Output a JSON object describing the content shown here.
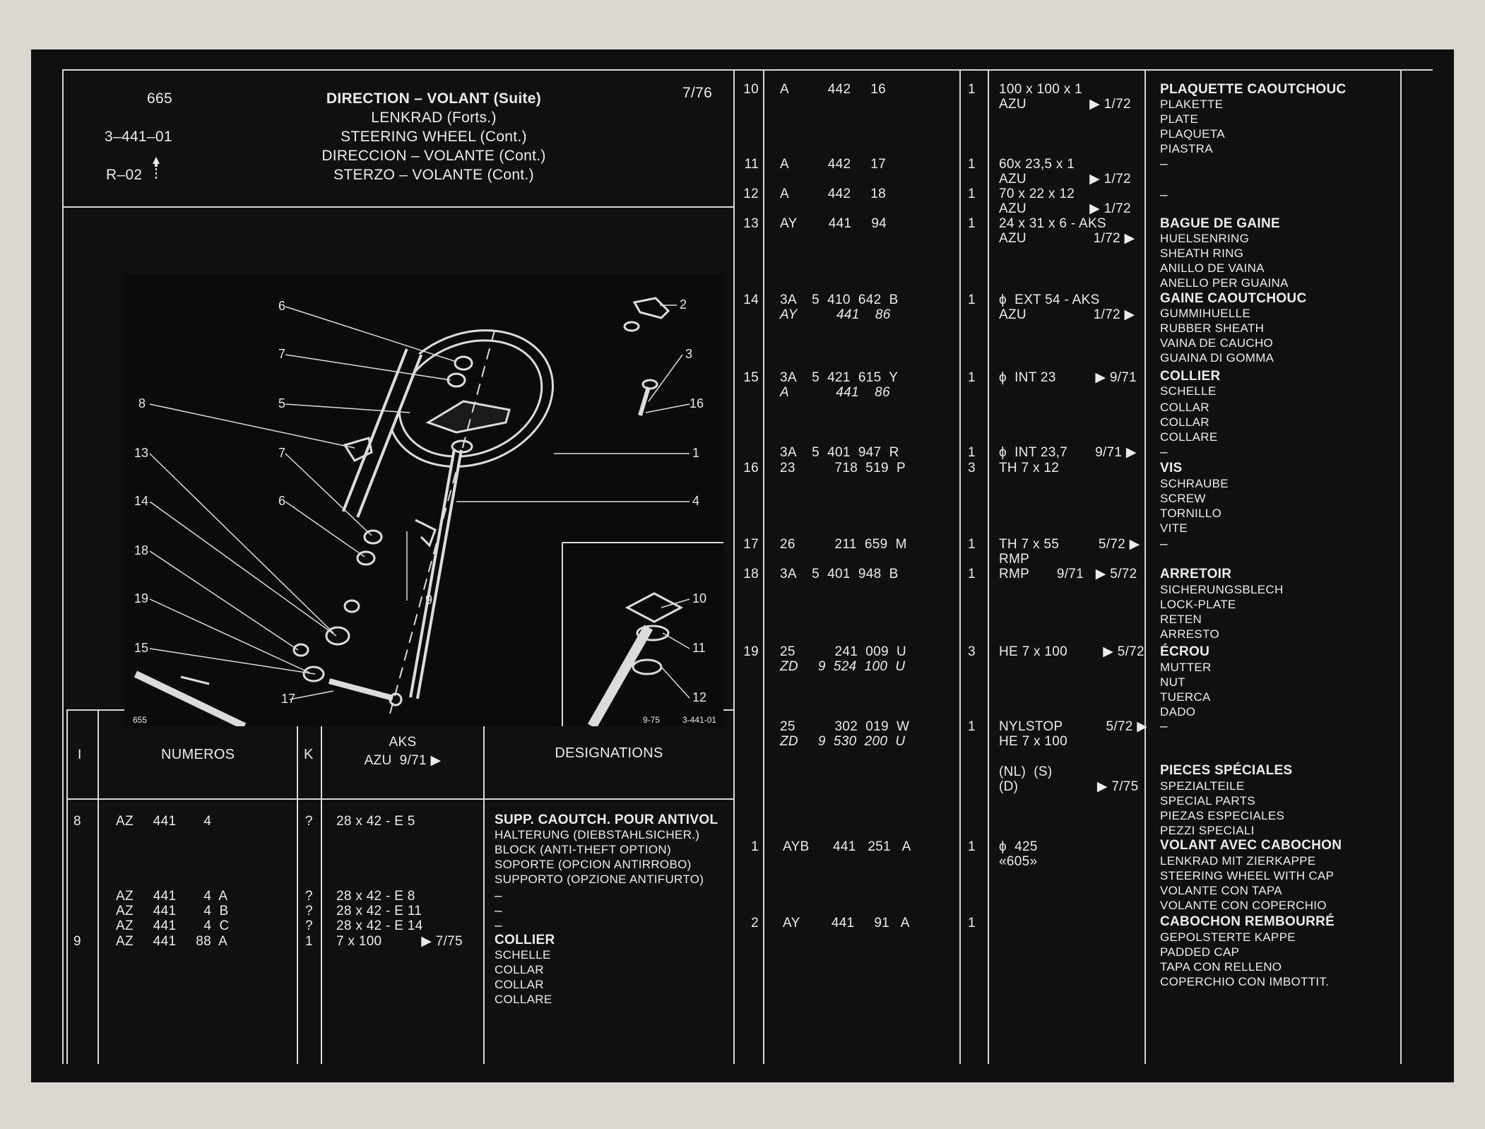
{
  "header": {
    "group": "665",
    "ref": "3–441–01",
    "rev": "R–02",
    "date": "7/76",
    "title_lines": [
      "DIRECTION – VOLANT (Suite)",
      "LENKRAD (Forts.)",
      "STEERING WHEEL (Cont.)",
      "DIRECCION – VOLANTE (Cont.)",
      "STERZO – VOLANTE (Cont.)"
    ]
  },
  "diagram": {
    "corner_left": "655",
    "corner_date": "9-75",
    "corner_ref": "3-441-01",
    "callouts": [
      "6",
      "7",
      "8",
      "5",
      "7",
      "13",
      "6",
      "14",
      "18",
      "19",
      "15",
      "17",
      "9",
      "2",
      "3",
      "16",
      "1",
      "4",
      "10",
      "11",
      "12"
    ]
  },
  "columns": {
    "i": "I",
    "numeros": "NUMEROS",
    "k": "K",
    "aks_line1": "AKS",
    "aks_line2": "AZU  9/71 ▶",
    "designations": "DESIGNATIONS"
  },
  "left_rows": [
    {
      "item": "8",
      "num": "AZ     441       4",
      "k": "?",
      "aks": "28 x 42 - E 5",
      "des": [
        "SUPP. CAOUTCH. POUR ANTIVOL",
        "HALTERUNG (DIEBSTAHLSICHER.)",
        "BLOCK (ANTI-THEFT OPTION)",
        "SOPORTE (OPCION ANTIRROBO)",
        "SUPPORTO (OPZIONE ANTIFURTO)"
      ]
    },
    {
      "item": "",
      "num": "AZ     441       4  A",
      "k": "?",
      "aks": "28 x 42 - E 8",
      "des": [
        "–"
      ]
    },
    {
      "item": "",
      "num": "AZ     441       4  B",
      "k": "?",
      "aks": "28 x 42 - E 11",
      "des": [
        "–"
      ]
    },
    {
      "item": "",
      "num": "AZ     441       4  C",
      "k": "?",
      "aks": "28 x 42 - E 14",
      "des": [
        "–"
      ]
    },
    {
      "item": "9",
      "num": "AZ     441     88  A",
      "k": "1",
      "aks": "7 x 100          ▶ 7/75",
      "des": [
        "COLLIER",
        "SCHELLE",
        "COLLAR",
        "COLLAR",
        "COLLARE"
      ]
    }
  ],
  "right_rows": [
    {
      "item": "10",
      "num": "A          442     16",
      "k": "1",
      "aks": [
        "100 x 100 x 1",
        "AZU                ▶ 1/72"
      ],
      "des": [
        "PLAQUETTE CAOUTCHOUC",
        "PLAKETTE",
        "PLATE",
        "PLAQUETA",
        "PIASTRA",
        "–"
      ]
    },
    {
      "item": "11",
      "num": "A          442     17",
      "k": "1",
      "aks": [
        "60x 23,5 x 1",
        "AZU                ▶ 1/72"
      ],
      "des": []
    },
    {
      "item": "12",
      "num": "A          442     18",
      "k": "1",
      "aks": [
        "70 x 22 x 12",
        "AZU                ▶ 1/72"
      ],
      "des": [
        "–"
      ]
    },
    {
      "item": "13",
      "num": "AY        441     94",
      "k": "1",
      "aks": [
        "24 x 31 x 6 - AKS",
        "AZU                 1/72 ▶"
      ],
      "des": [
        "BAGUE DE GAINE",
        "HUELSENRING",
        "SHEATH RING",
        "ANILLO DE VAINA",
        "ANELLO PER GUAINA"
      ]
    },
    {
      "item": "14",
      "num": "3A    5  410  642  B",
      "num2": "AY          441    86",
      "k": "1",
      "aks": [
        "ϕ  EXT 54 - AKS",
        "AZU                 1/72 ▶"
      ],
      "des": [
        "GAINE CAOUTCHOUC",
        "GUMMIHUELLE",
        "RUBBER SHEATH",
        "VAINA DE CAUCHO",
        "GUAINA DI GOMMA"
      ]
    },
    {
      "item": "15",
      "num": "3A    5  421  615  Y",
      "num2": "A            441    86",
      "k": "1",
      "aks": [
        "ϕ  INT 23          ▶ 9/71"
      ],
      "des": [
        "COLLIER",
        "SCHELLE",
        "COLLAR",
        "COLLAR",
        "COLLARE"
      ]
    },
    {
      "item": "",
      "num": "3A    5  401  947  R",
      "k": "1",
      "aks": [
        "ϕ  INT 23,7       9/71 ▶"
      ],
      "des": [
        "–"
      ]
    },
    {
      "item": "16",
      "num": "23          718  519  P",
      "k": "3",
      "aks": [
        "TH 7 x 12"
      ],
      "des": [
        "VIS",
        "SCHRAUBE",
        "SCREW",
        "TORNILLO",
        "VITE"
      ]
    },
    {
      "item": "17",
      "num": "26          211  659  M",
      "k": "1",
      "aks": [
        "TH 7 x 55          5/72 ▶",
        "RMP"
      ],
      "des": [
        "–"
      ]
    },
    {
      "item": "18",
      "num": "3A    5  401  948  B",
      "k": "1",
      "aks": [
        "RMP       9/71   ▶ 5/72"
      ],
      "des": [
        "ARRETOIR",
        "SICHERUNGSBLECH",
        "LOCK-PLATE",
        "RETEN",
        "ARRESTO"
      ]
    },
    {
      "item": "19",
      "num": "25          241  009  U",
      "num2": "ZD     9  524  100  U",
      "k": "3",
      "aks": [
        "HE 7 x 100         ▶ 5/72"
      ],
      "des": [
        "ÉCROU",
        "MUTTER",
        "NUT",
        "TUERCA",
        "DADO"
      ]
    },
    {
      "item": "",
      "num": "25          302  019  W",
      "num2": "ZD     9  530  200  U",
      "k": "1",
      "aks": [
        "NYLSTOP           5/72 ▶",
        "HE 7 x 100"
      ],
      "des": [
        "–"
      ]
    },
    {
      "item": "",
      "num": "",
      "k": "",
      "aks": [
        "(NL)  (S)",
        "(D)                    ▶ 7/75"
      ],
      "des": [
        "PIECES SPÉCIALES",
        "SPEZIALTEILE",
        "SPECIAL PARTS",
        "PIEZAS ESPECIALES",
        "PEZZI SPECIALI"
      ]
    },
    {
      "item": "1",
      "num": "AYB      441   251   A",
      "k": "1",
      "aks": [
        "ϕ  425",
        "«605»"
      ],
      "des": [
        "VOLANT AVEC CABOCHON",
        "LENKRAD MIT ZIERKAPPE",
        "STEERING WHEEL WITH CAP",
        "VOLANTE CON TAPA",
        "VOLANTE CON COPERCHIO"
      ]
    },
    {
      "item": "2",
      "num": "AY        441     91   A",
      "k": "1",
      "aks": [],
      "des": [
        "CABOCHON REMBOURRÉ",
        "GEPOLSTERTE KAPPE",
        "PADDED CAP",
        "TAPA CON RELLENO",
        "COPERCHIO CON IMBOTTIT."
      ]
    }
  ]
}
